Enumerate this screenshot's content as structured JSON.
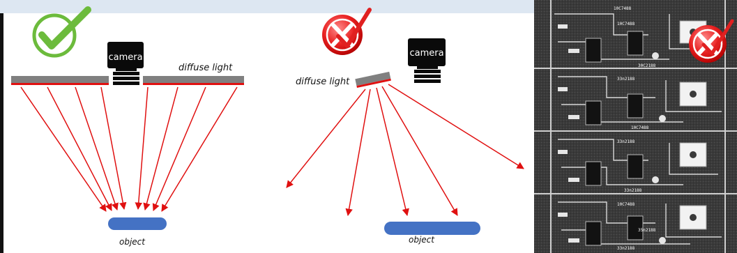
{
  "left_panel": {
    "camera_label": "camera",
    "light_label": "diffuse light",
    "object_label": "object",
    "status": "correct"
  },
  "middle_panel": {
    "camera_label": "camera",
    "light_label": "diffuse light",
    "object_label": "object",
    "status": "incorrect"
  },
  "photo_panel": {
    "status": "incorrect",
    "part_labels": [
      "10C7488",
      "10C7488",
      "30C2188",
      "33n2188",
      "10C7488",
      "33n2188",
      "33n2188",
      "10C7488",
      "35n2188",
      "33n2188"
    ]
  },
  "colors": {
    "ray": "#e01010",
    "object": "#4472c4",
    "light_panel": "#808080",
    "check": "#6cbb3c",
    "cross": "#e02020",
    "header_bar": "#dde7f2"
  }
}
